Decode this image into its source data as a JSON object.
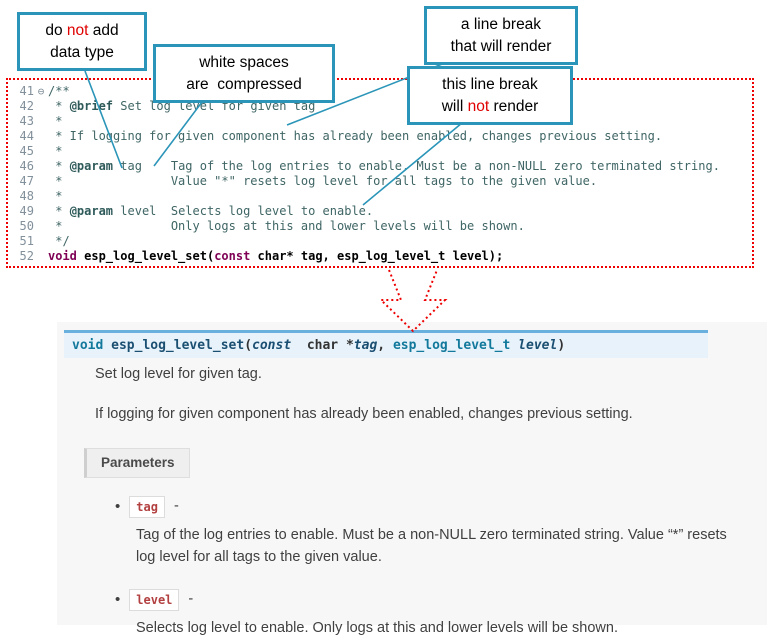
{
  "callouts": [
    {
      "lines": [
        [
          {
            "text": "do "
          },
          {
            "text": "not",
            "red": true
          },
          {
            "text": " add"
          }
        ],
        [
          {
            "text": "data type"
          }
        ]
      ]
    },
    {
      "lines": [
        [
          {
            "text": "white spaces"
          }
        ],
        [
          {
            "text": "are  compressed"
          }
        ]
      ]
    },
    {
      "lines": [
        [
          {
            "text": "a line break"
          }
        ],
        [
          {
            "text": "that will render"
          }
        ]
      ]
    },
    {
      "lines": [
        [
          {
            "text": "this line break"
          }
        ],
        [
          {
            "text": "will "
          },
          {
            "text": "not",
            "red": true
          },
          {
            "text": " render"
          }
        ]
      ]
    }
  ],
  "code": {
    "lines": [
      {
        "num": "41",
        "fold": "⊖",
        "segments": [
          {
            "cls": "comment",
            "text": "/**"
          }
        ]
      },
      {
        "num": "42",
        "fold": "",
        "segments": [
          {
            "cls": "comment",
            "text": " * "
          },
          {
            "cls": "tag",
            "text": "@brief"
          },
          {
            "cls": "comment",
            "text": " Set log level for given tag"
          }
        ]
      },
      {
        "num": "43",
        "fold": "",
        "segments": [
          {
            "cls": "comment",
            "text": " *"
          }
        ]
      },
      {
        "num": "44",
        "fold": "",
        "segments": [
          {
            "cls": "comment",
            "text": " * If logging for given component has already been enabled, changes previous setting."
          }
        ]
      },
      {
        "num": "45",
        "fold": "",
        "segments": [
          {
            "cls": "comment",
            "text": " *"
          }
        ]
      },
      {
        "num": "46",
        "fold": "",
        "segments": [
          {
            "cls": "comment",
            "text": " * "
          },
          {
            "cls": "tag",
            "text": "@param"
          },
          {
            "cls": "comment",
            "text": " tag    Tag of the log entries to enable. Must be a non-NULL zero terminated string."
          }
        ]
      },
      {
        "num": "47",
        "fold": "",
        "segments": [
          {
            "cls": "comment",
            "text": " *               Value \"*\" resets log level for all tags to the given value."
          }
        ]
      },
      {
        "num": "48",
        "fold": "",
        "segments": [
          {
            "cls": "comment",
            "text": " *"
          }
        ]
      },
      {
        "num": "49",
        "fold": "",
        "segments": [
          {
            "cls": "comment",
            "text": " * "
          },
          {
            "cls": "tag",
            "text": "@param"
          },
          {
            "cls": "comment",
            "text": " level  Selects log level to enable."
          }
        ]
      },
      {
        "num": "50",
        "fold": "",
        "segments": [
          {
            "cls": "comment",
            "text": " *               Only logs at this and lower levels will be shown."
          }
        ]
      },
      {
        "num": "51",
        "fold": "",
        "segments": [
          {
            "cls": "comment",
            "text": " */"
          }
        ]
      },
      {
        "num": "52",
        "fold": "",
        "segments": [
          {
            "cls": "kw",
            "text": "void"
          },
          {
            "cls": "code",
            "text": " esp_log_level_set("
          },
          {
            "cls": "kw",
            "text": "const"
          },
          {
            "cls": "code",
            "text": " char* tag, esp_log_level_t level);"
          }
        ]
      }
    ]
  },
  "docs": {
    "signature": [
      {
        "cls": "kw",
        "text": "void"
      },
      {
        "cls": "plain",
        "text": " "
      },
      {
        "cls": "name",
        "text": "esp_log_level_set"
      },
      {
        "cls": "plain",
        "text": "("
      },
      {
        "cls": "kwi",
        "text": "const"
      },
      {
        "cls": "plain",
        "text": "  char *"
      },
      {
        "cls": "param",
        "text": "tag"
      },
      {
        "cls": "plain",
        "text": ", "
      },
      {
        "cls": "kw",
        "text": "esp_log_level_t"
      },
      {
        "cls": "plain",
        "text": " "
      },
      {
        "cls": "param",
        "text": "level"
      },
      {
        "cls": "plain",
        "text": ")"
      }
    ],
    "brief": "Set log level for given tag.",
    "description": "If logging for given component has already been enabled, changes previous setting.",
    "parameters_label": "Parameters",
    "bullet": "•",
    "param_dash": "-",
    "params": [
      {
        "name": "tag",
        "desc": "Tag of the log entries to enable. Must be a non-NULL zero terminated string. Value “*” resets log level for all tags to the given value."
      },
      {
        "name": "level",
        "desc": "Selects log level to enable. Only logs at this and lower levels will be shown."
      }
    ]
  }
}
